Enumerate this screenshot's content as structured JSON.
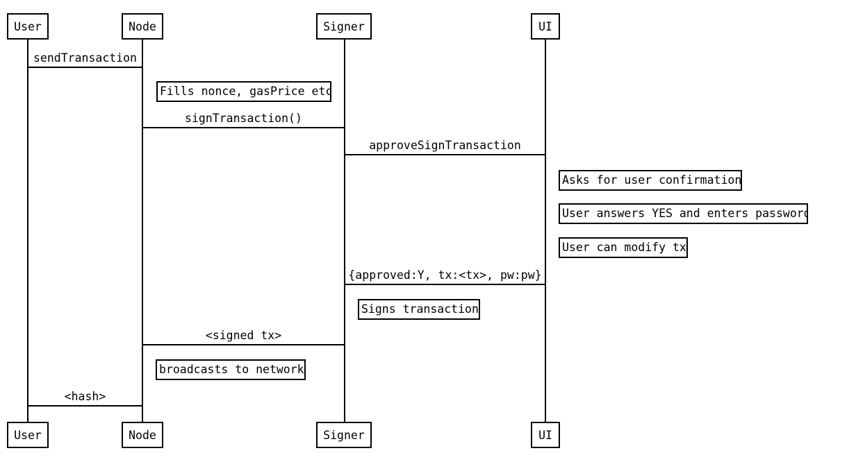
{
  "diagram": {
    "type": "sequence",
    "background_color": "#ffffff",
    "line_color": "#000000",
    "text_color": "#000000",
    "actors": [
      {
        "id": "user",
        "label": "User"
      },
      {
        "id": "node",
        "label": "Node"
      },
      {
        "id": "signer",
        "label": "Signer"
      },
      {
        "id": "ui",
        "label": "UI"
      }
    ],
    "messages": [
      {
        "from": "User",
        "to": "Node",
        "label": "sendTransaction"
      },
      {
        "from": "Node",
        "to": "Signer",
        "label": "signTransaction()"
      },
      {
        "from": "Signer",
        "to": "UI",
        "label": "approveSignTransaction"
      },
      {
        "from": "UI",
        "to": "Signer",
        "label": "{approved:Y, tx:<tx>, pw:pw}"
      },
      {
        "from": "Signer",
        "to": "Node",
        "label": "<signed tx>"
      },
      {
        "from": "Node",
        "to": "User",
        "label": "<hash>"
      }
    ],
    "notes": [
      {
        "actor": "Node",
        "label": "Fills nonce, gasPrice etc"
      },
      {
        "actor": "UI",
        "label": "Asks for user confirmation"
      },
      {
        "actor": "UI",
        "label": "User answers YES and enters password"
      },
      {
        "actor": "UI",
        "label": "User can modify tx"
      },
      {
        "actor": "Signer",
        "label": "Signs transaction"
      },
      {
        "actor": "Node",
        "label": "broadcasts to network"
      }
    ]
  }
}
